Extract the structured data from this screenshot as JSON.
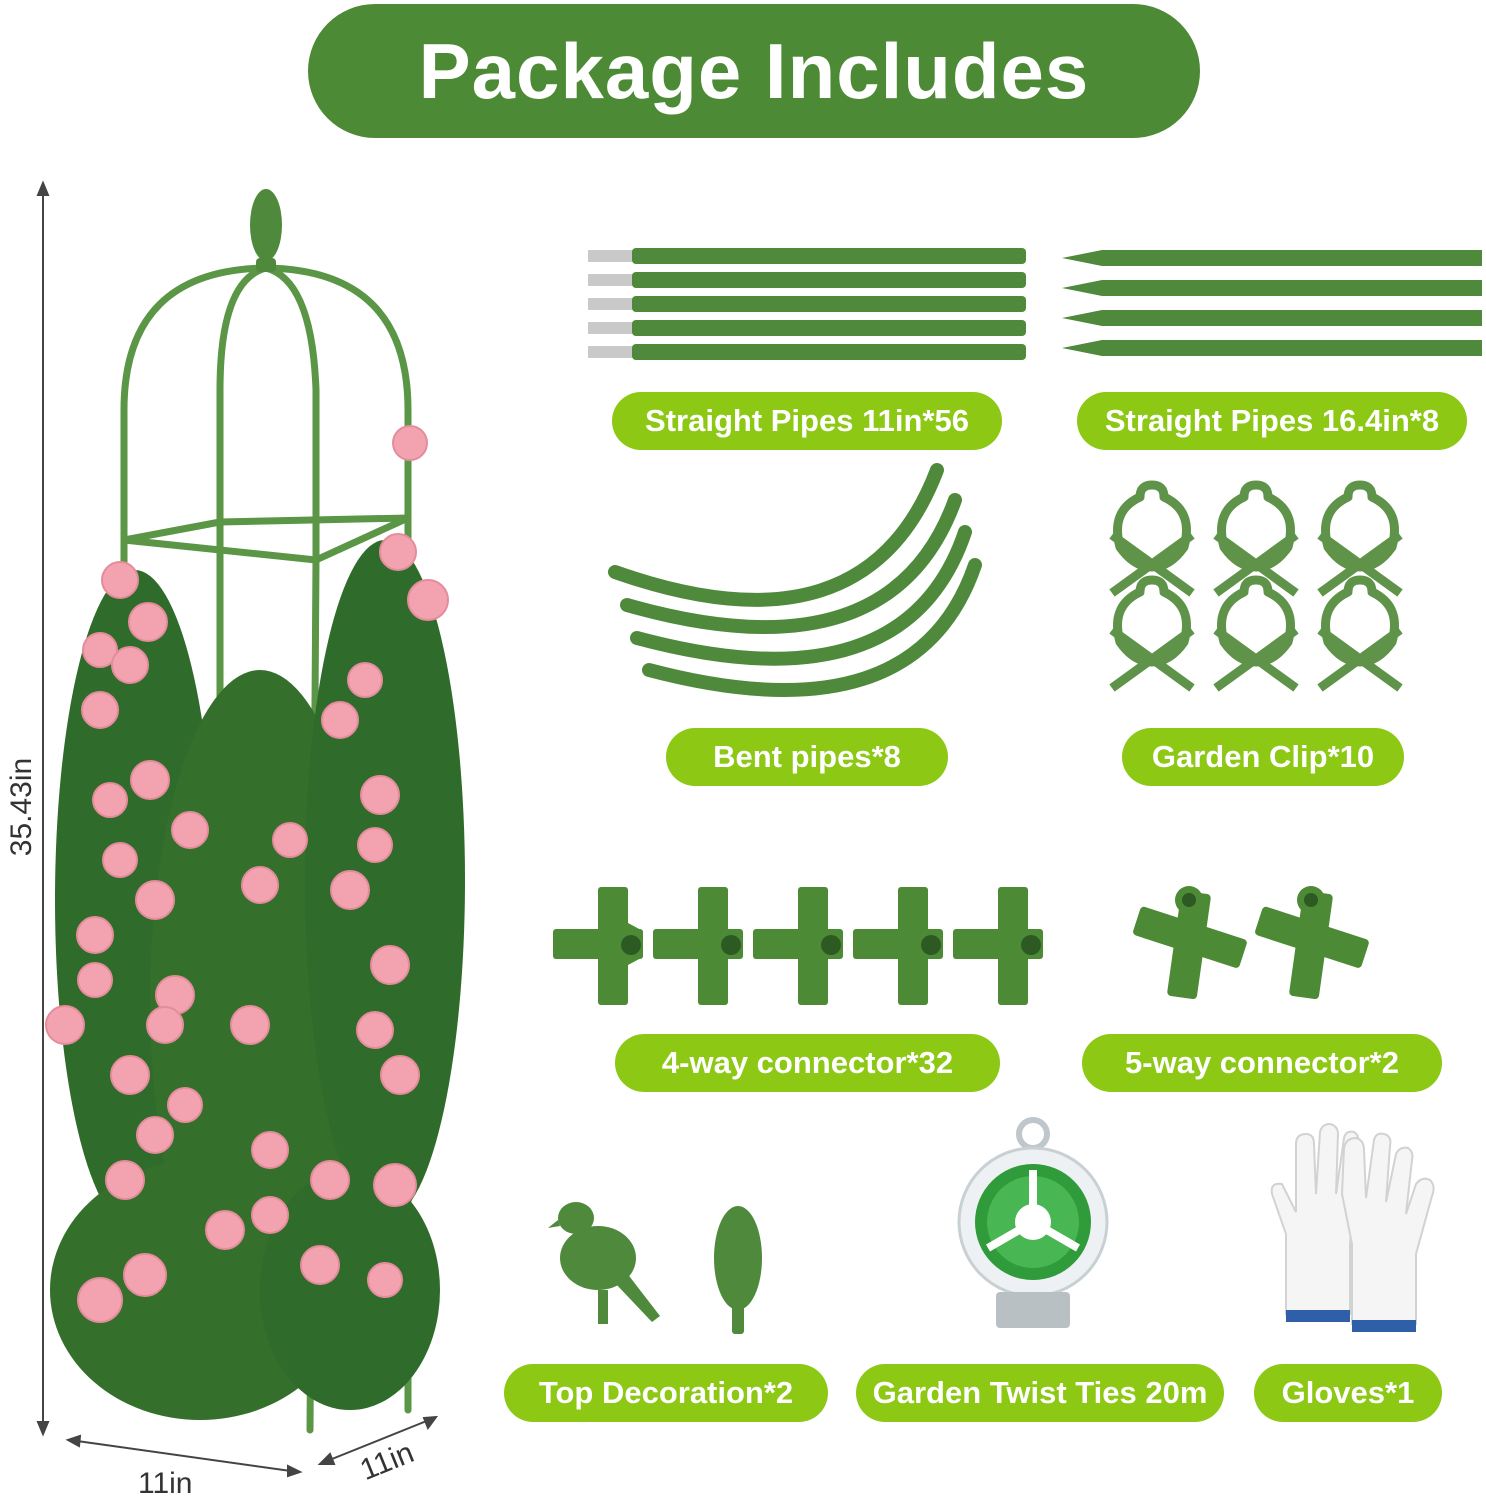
{
  "header": {
    "title": "Package Includes"
  },
  "dimensions": {
    "height": "35.43in",
    "width": "11in",
    "depth": "11in"
  },
  "items": [
    {
      "label": "Straight Pipes 11in*56",
      "icon": "straight-pipes-short-icon"
    },
    {
      "label": "Straight Pipes 16.4in*8",
      "icon": "straight-pipes-long-icon"
    },
    {
      "label": "Bent pipes*8",
      "icon": "bent-pipes-icon"
    },
    {
      "label": "Garden Clip*10",
      "icon": "garden-clip-icon"
    },
    {
      "label": "4-way connector*32",
      "icon": "four-way-connector-icon"
    },
    {
      "label": "5-way connector*2",
      "icon": "five-way-connector-icon"
    },
    {
      "label": "Top Decoration*2",
      "icon": "top-decoration-icon"
    },
    {
      "label": "Garden Twist Ties 20m",
      "icon": "twist-ties-reel-icon"
    },
    {
      "label": "Gloves*1",
      "icon": "gloves-icon"
    }
  ],
  "colors": {
    "header_green": "#4d8a35",
    "label_green": "#8cc814",
    "pipe_green": "#4f8a3c",
    "rose_pink": "#f3a3b0",
    "leaf_green": "#2f6b2a"
  }
}
